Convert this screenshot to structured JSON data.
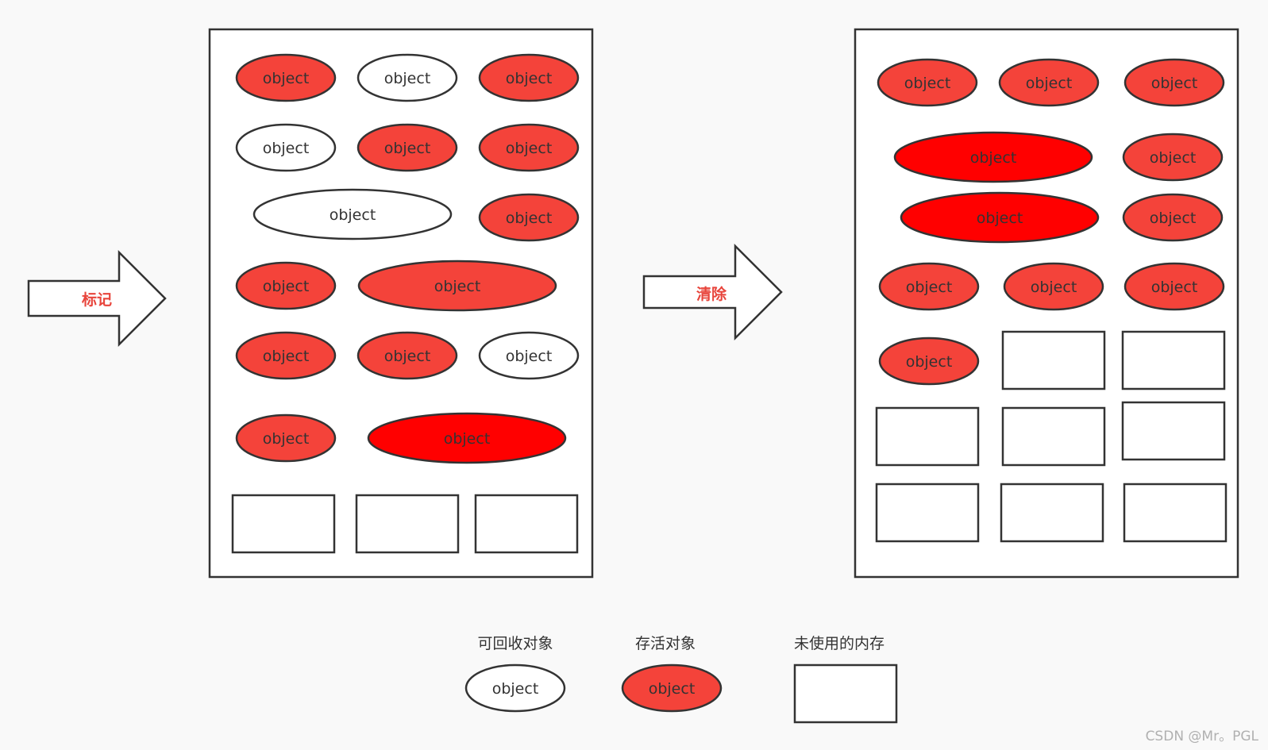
{
  "object_label": "object",
  "arrows": {
    "mark": "标记",
    "sweep": "清除"
  },
  "legend": {
    "reclaimable": "可回收对象",
    "alive": "存活对象",
    "unused": "未使用的内存"
  },
  "watermark": "CSDN @Mr。PGL",
  "colors": {
    "alive": "#f4433a",
    "alive_bright": "#ff0000",
    "reclaimable": "#ffffff",
    "border": "#333333"
  }
}
